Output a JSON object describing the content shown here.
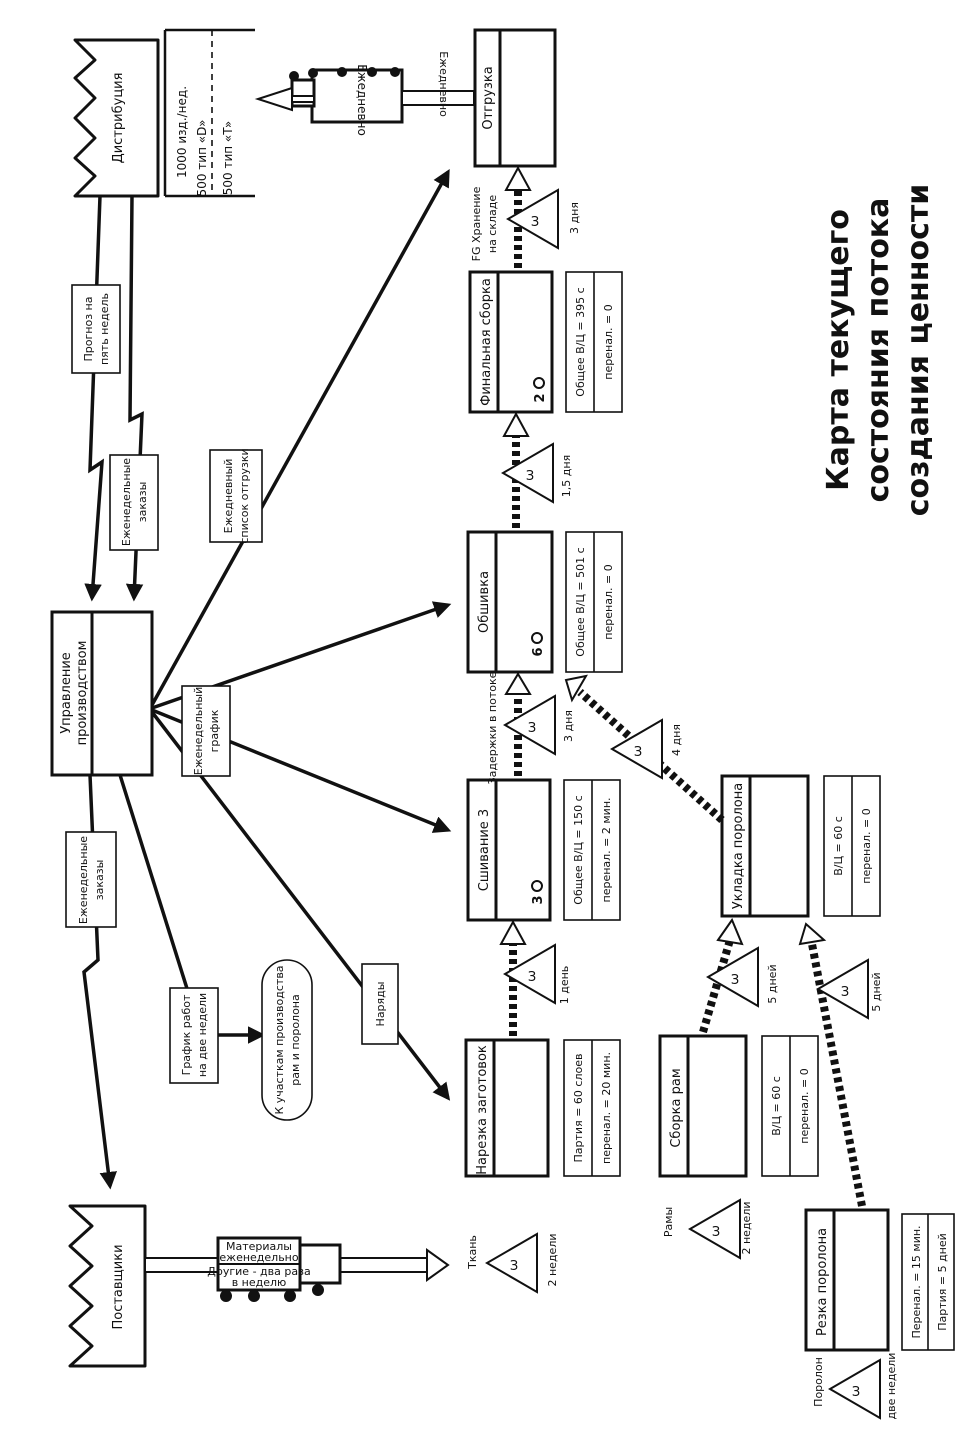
{
  "title": {
    "line1": "Карта текущего",
    "line2": "состояния потока",
    "line3": "создания ценности"
  },
  "customer": {
    "label": "Дистрибуция",
    "demand": [
      "1000 изд./нед.",
      "500 тип «D»",
      "500 тип «T»"
    ]
  },
  "supplier": {
    "label": "Поставщики"
  },
  "control": {
    "label_line1": "Управление",
    "label_line2": "производством"
  },
  "shipping": {
    "label": "Отгрузка",
    "truck_label": "Ежедневно",
    "freq_label": "Ежедневно"
  },
  "info_labels": {
    "forecast": [
      "Прогноз на",
      "пять недель"
    ],
    "weekly_orders_in": [
      "Еженедельные",
      "заказы"
    ],
    "weekly_orders_out": [
      "Еженедельные",
      "заказы"
    ],
    "daily_ship_list": [
      "Ежедневный",
      "список отгрузки"
    ],
    "weekly_schedule": [
      "Еженедельный",
      "график"
    ],
    "two_week_schedule": [
      "График работ",
      "на две недели"
    ],
    "frame_foam_note": [
      "К участкам производства",
      "рам и поролона"
    ],
    "work_orders": "Наряды"
  },
  "supplier_truck": {
    "top": [
      "Материалы",
      "еженедельно"
    ],
    "bottom": [
      "Другие - два раза",
      "в неделю"
    ]
  },
  "processes": {
    "cutting": {
      "name": "Нарезка заготовок",
      "data": [
        "Партия = 60 слоев",
        "перенал. = 20 мин."
      ]
    },
    "sewing": {
      "name": "Сшивание 3",
      "operators": "3",
      "data": [
        "Общее В/Ц = 150 с",
        "перенал. = 2 мин."
      ]
    },
    "upholstery": {
      "name": "Обшивка",
      "operators": "6",
      "data": [
        "Общее В/Ц = 501 с",
        "перенал. = 0"
      ]
    },
    "final": {
      "name": "Финальная сборка",
      "operators": "2",
      "data": [
        "Общее В/Ц = 395 с",
        "перенал. = 0"
      ]
    },
    "frame": {
      "name": "Сборка рам",
      "data": [
        "В/Ц = 60 с",
        "перенал. = 0"
      ]
    },
    "foam_lay": {
      "name": "Укладка поролона",
      "data": [
        "В/Ц = 60 с",
        "перенал. = 0"
      ]
    },
    "foam_cut": {
      "name": "Резка поролона",
      "data": [
        "Перенал. = 15 мин.",
        "Партия = 5 дней"
      ]
    }
  },
  "inventory": {
    "fabric": {
      "label": "Ткань",
      "time": "2 недели"
    },
    "frames": {
      "label": "Рамы",
      "time": "2 недели"
    },
    "foam": {
      "label": "Поролон",
      "time": "две недели"
    },
    "cut_to_sew": {
      "time": "1 день"
    },
    "sew_to_uph": {
      "label": "Задержки в потоке",
      "time": "3 дня"
    },
    "foam_to_uph": {
      "time": "4 дня"
    },
    "uph_to_final": {
      "time": "1,5 дня"
    },
    "fg": {
      "label": [
        "FG Хранение",
        "на складе"
      ],
      "time": "3 дня"
    },
    "frame_to_foam": {
      "time": "5 дней"
    },
    "foamcut_to_foam": {
      "time": "5 дней"
    },
    "triangle_mark": "З"
  }
}
